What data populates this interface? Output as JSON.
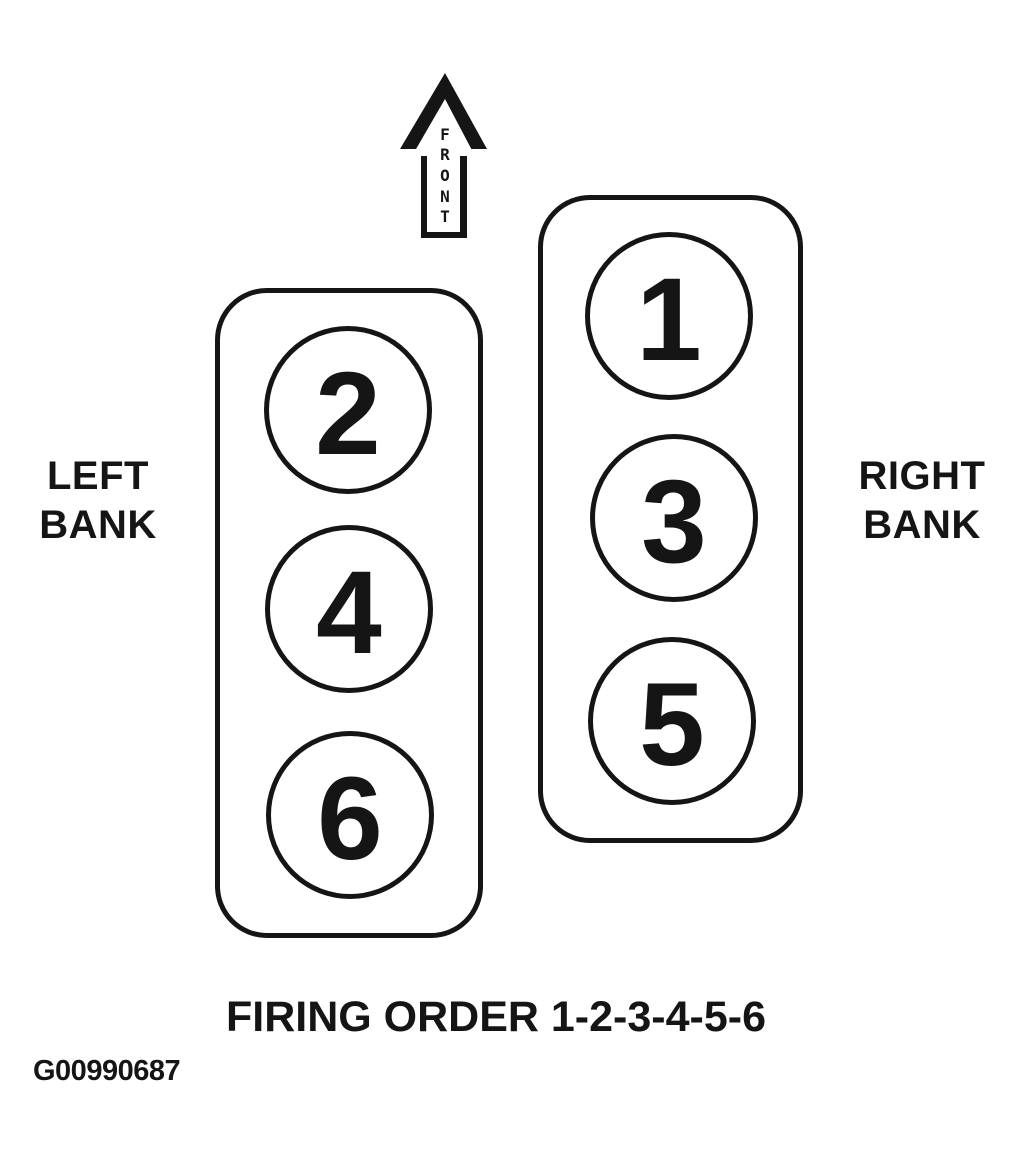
{
  "page": {
    "background": "#ffffff",
    "ink": "#151515"
  },
  "front_arrow": {
    "label": "FRONT",
    "letters": [
      "F",
      "R",
      "O",
      "N",
      "T"
    ]
  },
  "left_bank": {
    "label_line1": "LEFT",
    "label_line2": "BANK",
    "cylinders": [
      "2",
      "4",
      "6"
    ]
  },
  "right_bank": {
    "label_line1": "RIGHT",
    "label_line2": "BANK",
    "cylinders": [
      "1",
      "3",
      "5"
    ]
  },
  "caption": "FIRING ORDER 1-2-3-4-5-6",
  "figure_id": "G00990687"
}
